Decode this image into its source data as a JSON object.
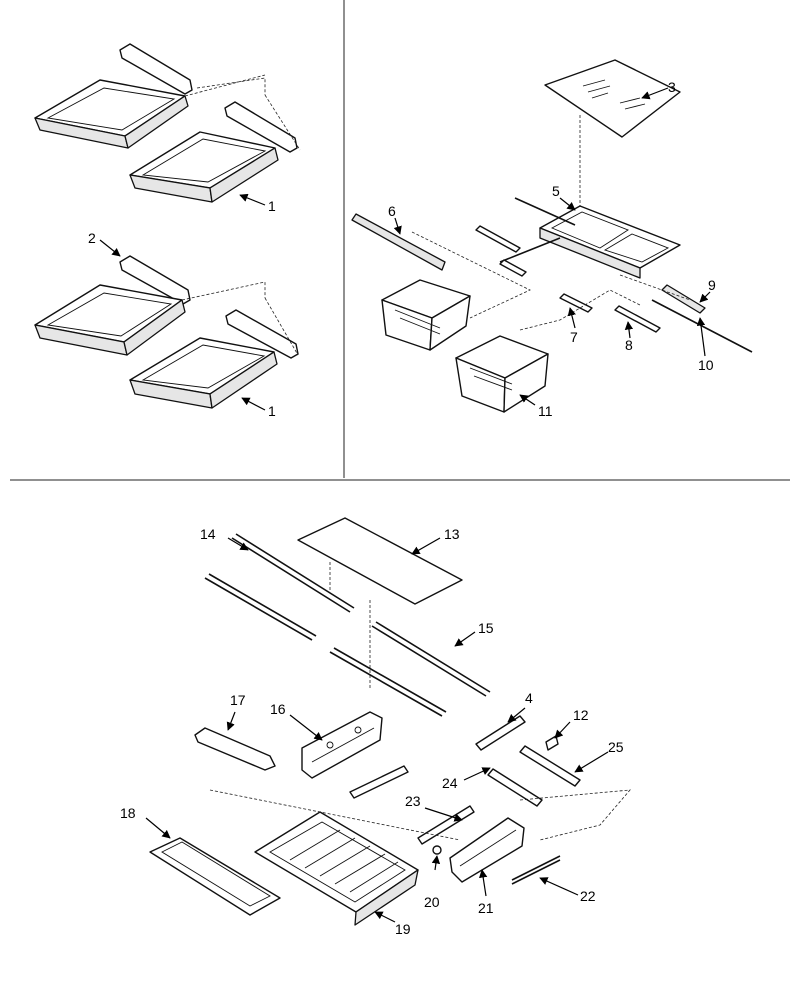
{
  "labels": {
    "p1a": "1",
    "p1b": "1",
    "p2": "2",
    "p3": "3",
    "p4": "4",
    "p5": "5",
    "p6": "6",
    "p7": "7",
    "p8": "8",
    "p9": "9",
    "p10": "10",
    "p11": "11",
    "p12": "12",
    "p13": "13",
    "p14": "14",
    "p15": "15",
    "p16": "16",
    "p17": "17",
    "p18": "18",
    "p19": "19",
    "p20": "20",
    "p21": "21",
    "p22": "22",
    "p23": "23",
    "p24": "24",
    "p25": "25"
  }
}
